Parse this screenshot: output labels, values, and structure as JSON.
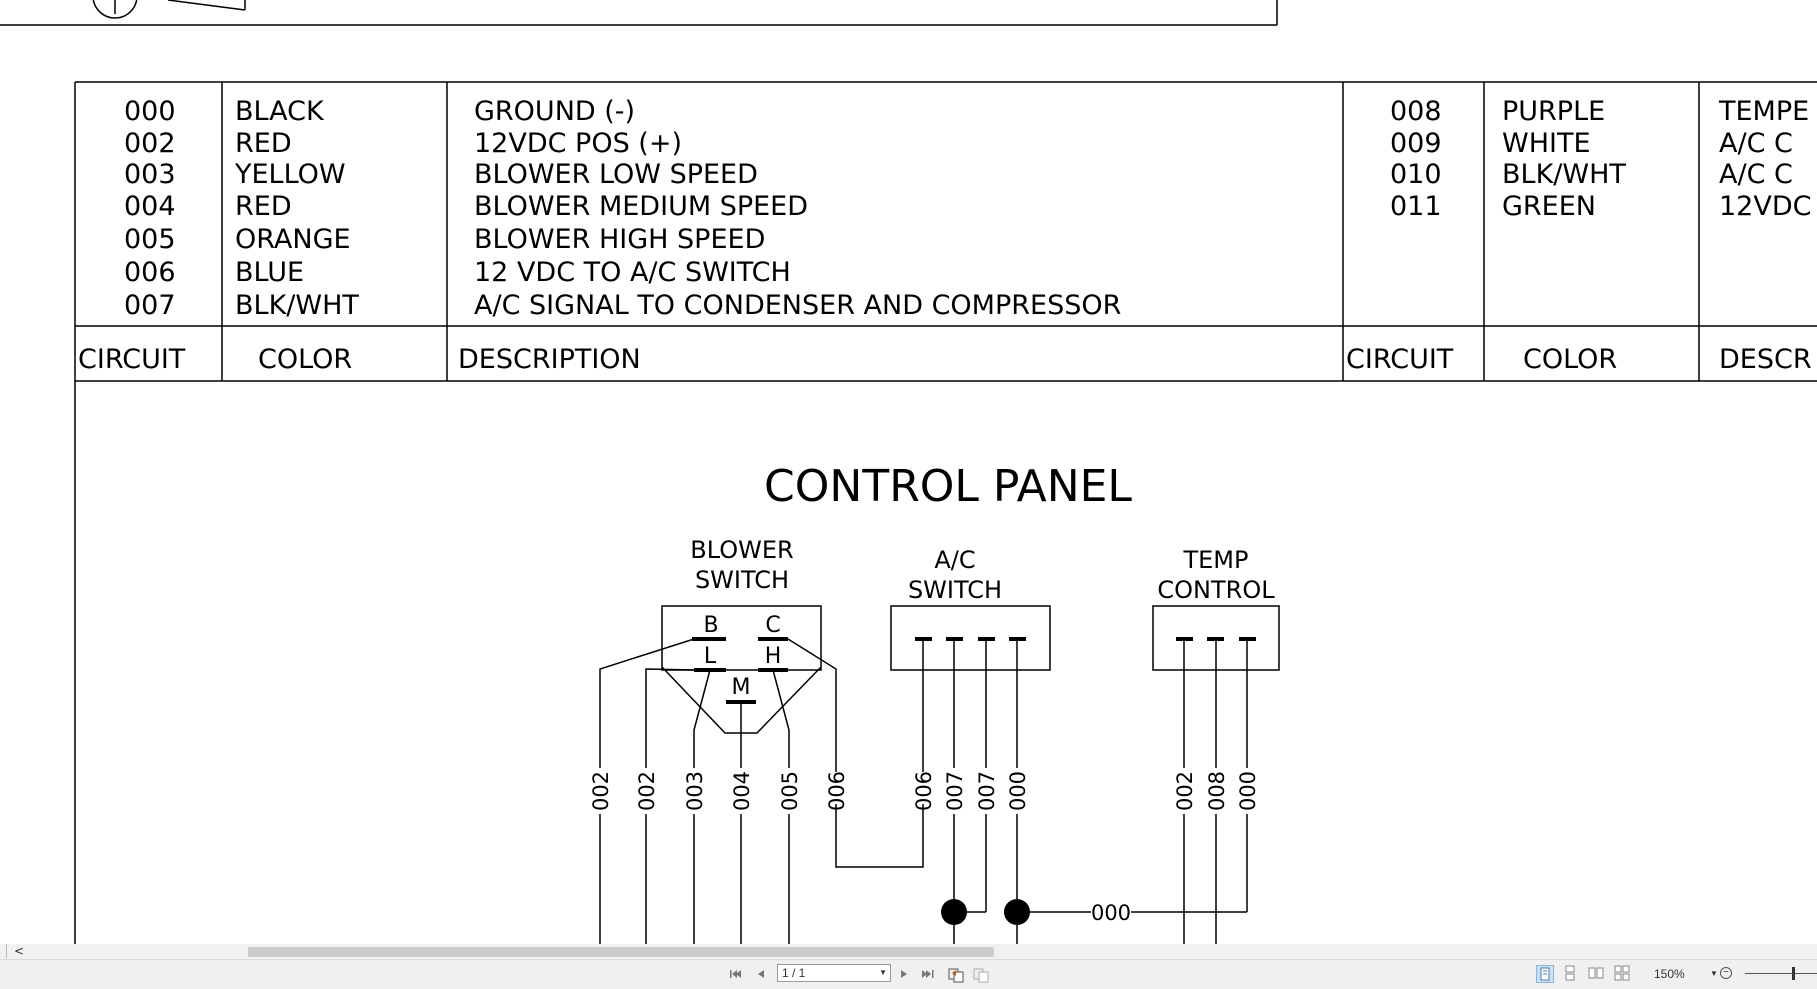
{
  "wire_table": {
    "left": {
      "header": {
        "circuit": "CIRCUIT",
        "color": "COLOR",
        "description": "DESCRIPTION"
      },
      "rows": [
        {
          "circuit": "000",
          "color": "BLACK",
          "description": "GROUND (-)"
        },
        {
          "circuit": "002",
          "color": "RED",
          "description": "12VDC POS (+)"
        },
        {
          "circuit": "003",
          "color": "YELLOW",
          "description": "BLOWER LOW SPEED"
        },
        {
          "circuit": "004",
          "color": "RED",
          "description": "BLOWER MEDIUM SPEED"
        },
        {
          "circuit": "005",
          "color": "ORANGE",
          "description": "BLOWER HIGH SPEED"
        },
        {
          "circuit": "006",
          "color": "BLUE",
          "description": "12 VDC TO A/C SWITCH"
        },
        {
          "circuit": "007",
          "color": "BLK/WHT",
          "description": "A/C SIGNAL TO CONDENSER AND COMPRESSOR"
        }
      ]
    },
    "right": {
      "header": {
        "circuit": "CIRCUIT",
        "color": "COLOR",
        "description": "DESCR"
      },
      "rows": [
        {
          "circuit": "008",
          "color": "PURPLE",
          "description": "TEMPE"
        },
        {
          "circuit": "009",
          "color": "WHITE",
          "description": "A/C C"
        },
        {
          "circuit": "010",
          "color": "BLK/WHT",
          "description": "A/C C"
        },
        {
          "circuit": "011",
          "color": "GREEN",
          "description": "12VDC"
        }
      ]
    }
  },
  "schematic": {
    "title": "CONTROL PANEL",
    "blower_switch": {
      "label_line1": "BLOWER",
      "label_line2": "SWITCH",
      "terminals": [
        "B",
        "C",
        "L",
        "H",
        "M"
      ]
    },
    "ac_switch": {
      "label_line1": "A/C",
      "label_line2": "SWITCH"
    },
    "temp_control": {
      "label_line1": "TEMP",
      "label_line2": "CONTROL"
    },
    "wire_labels": [
      "002",
      "002",
      "003",
      "004",
      "005",
      "006",
      "006",
      "007",
      "007",
      "000",
      "002",
      "008",
      "000"
    ],
    "ground_label": "000"
  },
  "toolbar": {
    "page_field": "1 / 1",
    "zoom": "150%",
    "icons": [
      "first-page-icon",
      "previous-page-icon",
      "next-page-icon",
      "last-page-icon",
      "go-back-view-icon",
      "go-forward-view-icon",
      "single-page-icon",
      "continuous-page-icon",
      "facing-pages-icon",
      "continuous-facing-icon",
      "zoom-out-icon"
    ]
  },
  "scrollbar": {
    "left_arrow": "<"
  }
}
